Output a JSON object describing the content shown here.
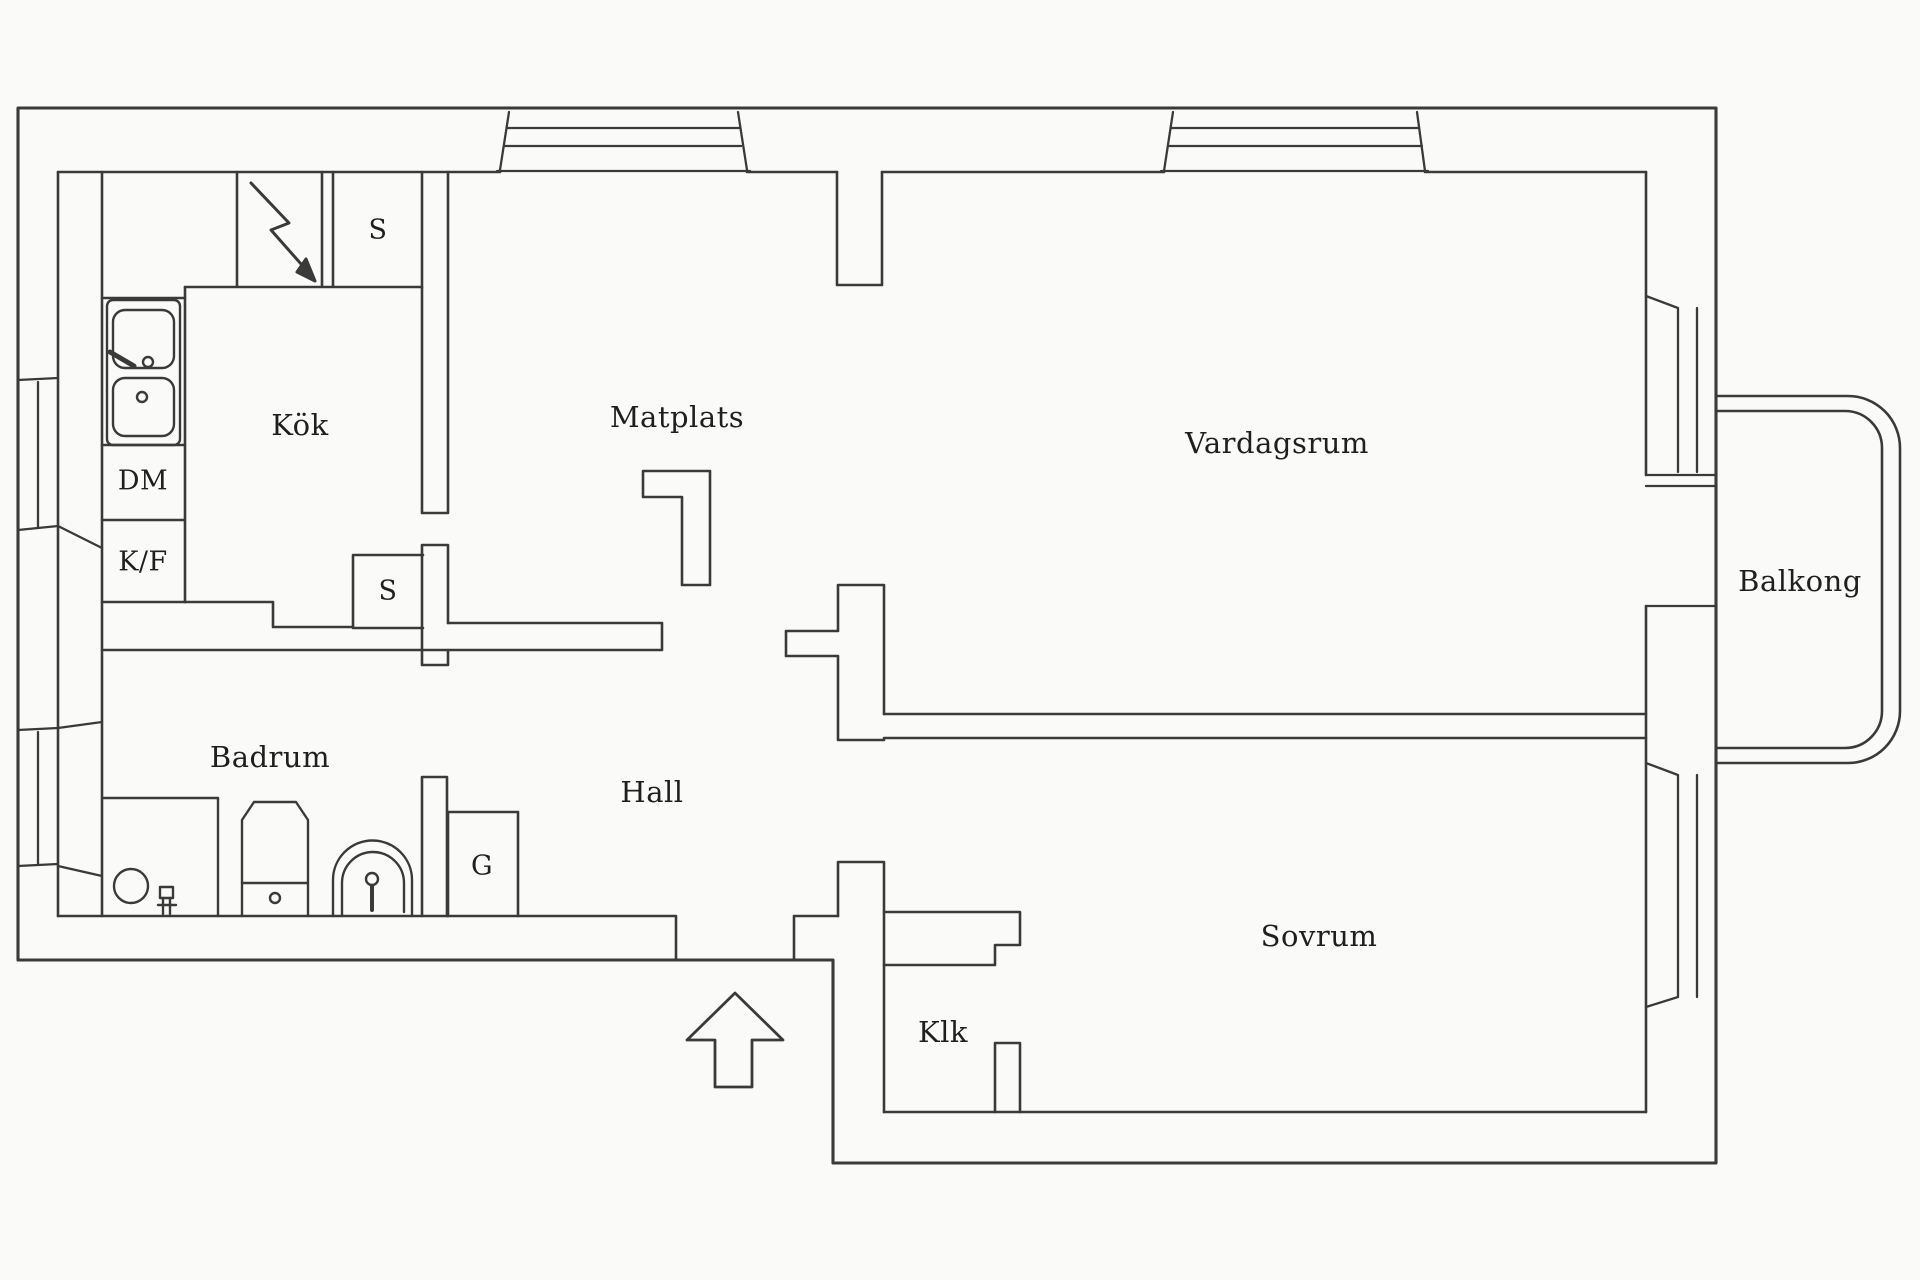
{
  "document": {
    "type": "apartment floor plan",
    "language": "Swedish"
  },
  "colors": {
    "background": "#fafaf8",
    "line": "#3a3a3a",
    "text": "#1f1f1f"
  },
  "floor_plan": {
    "rooms": [
      {
        "id": "kok",
        "label": "Kök"
      },
      {
        "id": "matplats",
        "label": "Matplats"
      },
      {
        "id": "vardagsrum",
        "label": "Vardagsrum"
      },
      {
        "id": "balkong",
        "label": "Balkong"
      },
      {
        "id": "badrum",
        "label": "Badrum"
      },
      {
        "id": "hall",
        "label": "Hall"
      },
      {
        "id": "sovrum",
        "label": "Sovrum"
      },
      {
        "id": "klk",
        "label": "Klk"
      }
    ],
    "fixture_labels": [
      {
        "id": "s_kitchen",
        "label": "S"
      },
      {
        "id": "s_hall",
        "label": "S"
      },
      {
        "id": "dm",
        "label": "DM"
      },
      {
        "id": "kf",
        "label": "K/F"
      },
      {
        "id": "g",
        "label": "G"
      }
    ],
    "icons": [
      "stove-lightning-icon",
      "kitchen-sink-icon",
      "shower-icon",
      "toilet-icon",
      "washbasin-icon",
      "entrance-arrow-icon",
      "window-icon",
      "balcony-railing-icon"
    ]
  }
}
